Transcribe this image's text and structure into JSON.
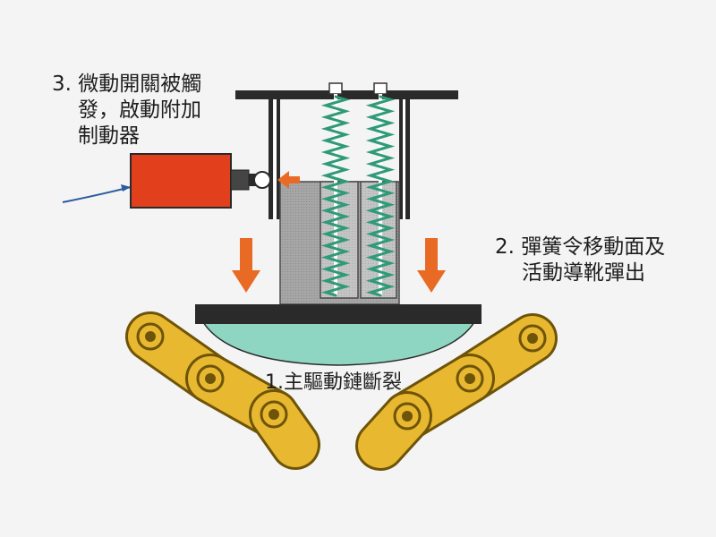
{
  "labels": {
    "microswitch": {
      "number": "3.",
      "line1": "微動開關被觸",
      "line2": "發，啟動附加",
      "line3": "制動器"
    },
    "spring": {
      "number": "2.",
      "line1": "彈簧令移動面及",
      "line2": "活動導靴彈出"
    },
    "chain": {
      "text": "1.主驅動鏈斷裂"
    }
  },
  "colors": {
    "background": "#f4f4f4",
    "brake_box": "#e2401c",
    "arrow": "#e86a24",
    "chain_gold": "#e8b830",
    "chain_dark": "#6e5408",
    "spring": "#2f9a78",
    "shoe": "#8fd6c2",
    "plate": "#2a2a2a",
    "guide_block": "#9e9e9e"
  }
}
